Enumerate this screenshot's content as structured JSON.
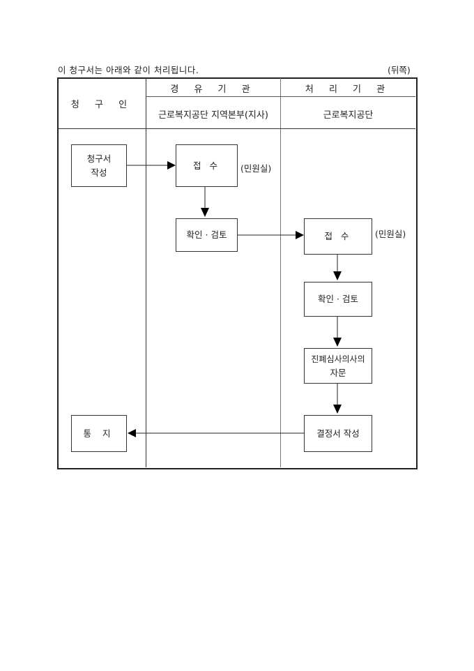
{
  "page": {
    "intro_text": "이 청구서는 아래와 같이 처리됩니다.",
    "page_side": "(뒤쪽)"
  },
  "table": {
    "columns": [
      {
        "header": "청 구 인",
        "subheader": ""
      },
      {
        "header": "경 유 기 관",
        "subheader": "근로복지공단 지역본부(지사)"
      },
      {
        "header": "처 리 기 관",
        "subheader": "근로복지공단"
      }
    ]
  },
  "flow": {
    "claimant": {
      "write_claim": [
        "청구서",
        "작성"
      ],
      "notification": "통 지"
    },
    "via_agency": {
      "receipt": "접 수",
      "receipt_note": "(민원실)",
      "review": "확인 · 검토"
    },
    "processing_agency": {
      "receipt": "접 수",
      "receipt_note": "(민원실)",
      "review": "확인 · 검토",
      "consult": [
        "진폐심사의사의",
        "자문"
      ],
      "decision": "결정서 작성"
    },
    "edges": [
      {
        "from": "청구서 작성",
        "to": "접수 (경유기관)"
      },
      {
        "from": "접수 (경유기관)",
        "to": "확인·검토 (경유기관)"
      },
      {
        "from": "확인·검토 (경유기관)",
        "to": "접수 (처리기관)"
      },
      {
        "from": "접수 (처리기관)",
        "to": "확인·검토 (처리기관)"
      },
      {
        "from": "확인·검토 (처리기관)",
        "to": "진폐심사의사의 자문"
      },
      {
        "from": "진폐심사의사의 자문",
        "to": "결정서 작성"
      },
      {
        "from": "결정서 작성",
        "to": "통지"
      }
    ]
  }
}
